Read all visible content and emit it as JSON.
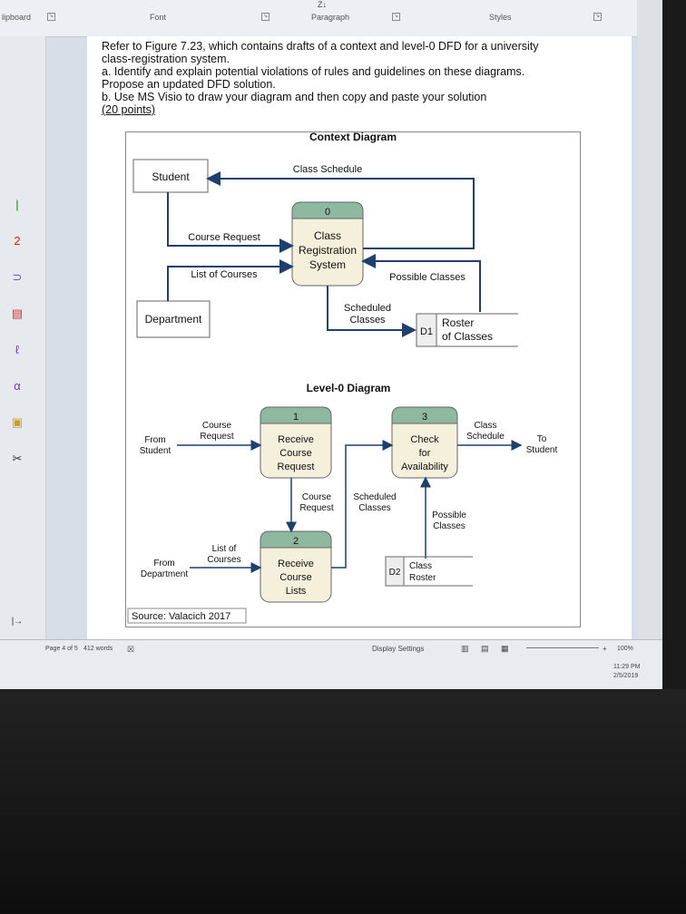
{
  "ribbon": {
    "groups": [
      "lipboard",
      "Font",
      "Paragraph",
      "Styles"
    ],
    "sort_icon": "sort-az-icon"
  },
  "question": {
    "lines": [
      "Refer to Figure 7.23, which contains drafts of a context and level-0 DFD for a university",
      "class-registration system.",
      "a. Identify and explain potential violations of rules and guidelines on these diagrams.",
      "Propose an updated DFD solution.",
      "b. Use MS Visio to draw your diagram and then copy and paste your solution",
      "(20 points)"
    ]
  },
  "context_diagram": {
    "title": "Context Diagram",
    "student": "Student",
    "department": "Department",
    "class_schedule": "Class Schedule",
    "course_request": "Course Request",
    "list_of_courses": "List of Courses",
    "process_id": "0",
    "process_label": [
      "Class",
      "Registration",
      "System"
    ],
    "possible_classes": "Possible Classes",
    "scheduled_classes": [
      "Scheduled",
      "Classes"
    ],
    "store_id": "D1",
    "store_label": [
      "Roster",
      "of Classes"
    ]
  },
  "level0_diagram": {
    "title": "Level-0 Diagram",
    "from_student": [
      "From",
      "Student"
    ],
    "course_request_in": [
      "Course",
      "Request"
    ],
    "p1_id": "1",
    "p1_label": [
      "Receive",
      "Course",
      "Request"
    ],
    "p3_id": "3",
    "p3_label": [
      "Check",
      "for",
      "Availability"
    ],
    "class_schedule": [
      "Class",
      "Schedule"
    ],
    "to_student": [
      "To",
      "Student"
    ],
    "course_request_down": [
      "Course",
      "Request"
    ],
    "scheduled_classes": [
      "Scheduled",
      "Classes"
    ],
    "possible_classes": [
      "Possible",
      "Classes"
    ],
    "list_of_courses": [
      "List of",
      "Courses"
    ],
    "from_department": [
      "From",
      "Department"
    ],
    "p2_id": "2",
    "p2_label": [
      "Receive",
      "Course",
      "Lists"
    ],
    "store_id": "D2",
    "store_label": [
      "Class",
      "Roster"
    ]
  },
  "source": "Source: Valacich 2017",
  "status_bar": {
    "page": "Page 4 of 5",
    "words": "412 words",
    "display_settings": "Display Settings",
    "zoom": "100%",
    "time": "11:29 PM",
    "date": "2/5/2019"
  },
  "colors": {
    "process_header": "#8fb8a0",
    "process_body": "#f4f0dc",
    "arrow": "#1f3f6e"
  }
}
